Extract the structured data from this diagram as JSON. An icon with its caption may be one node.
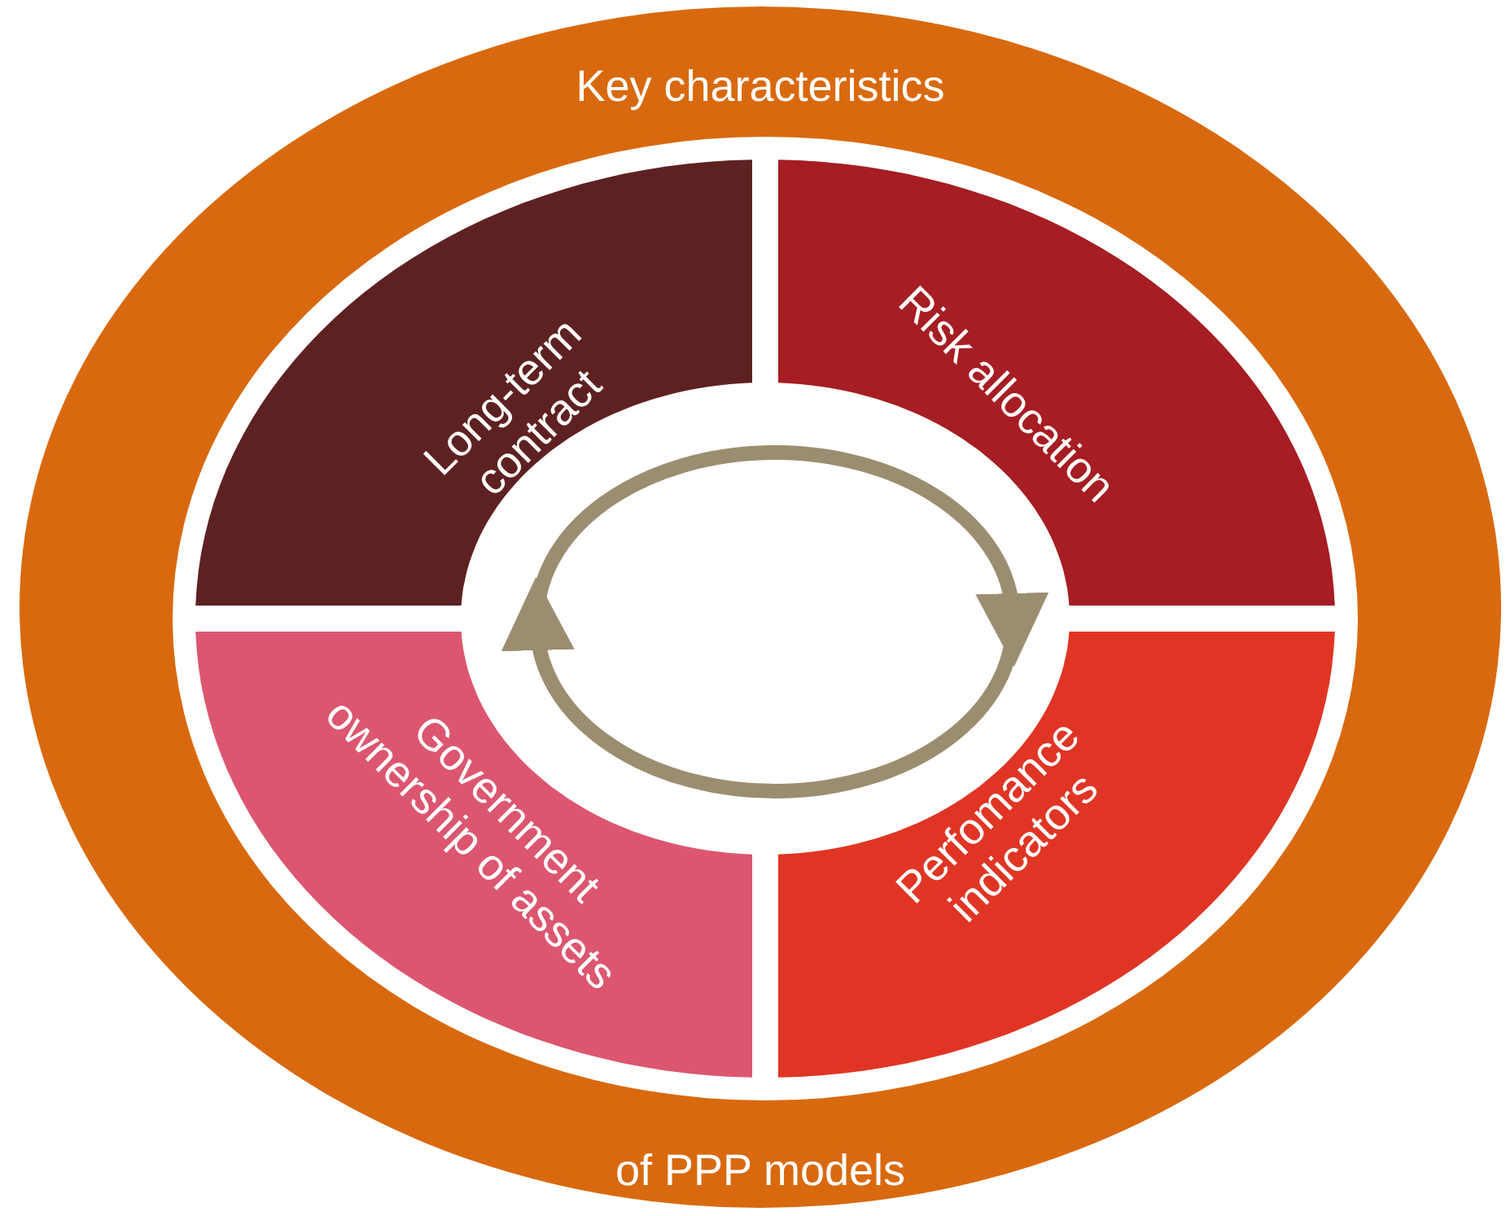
{
  "diagram": {
    "nodes": [
      {
        "text": [
          "Key characteristics",
          "of PPP models"
        ]
      },
      {
        "text": [
          "Long-term contract"
        ],
        "in": 0
      },
      {
        "text": [
          "Risk allocation"
        ],
        "in": 0
      },
      {
        "text": [
          "Government ownership of assets"
        ],
        "in": 0
      },
      {
        "text": [
          "Perfomance indicators"
        ],
        "in": 0
      }
    ]
  }
}
